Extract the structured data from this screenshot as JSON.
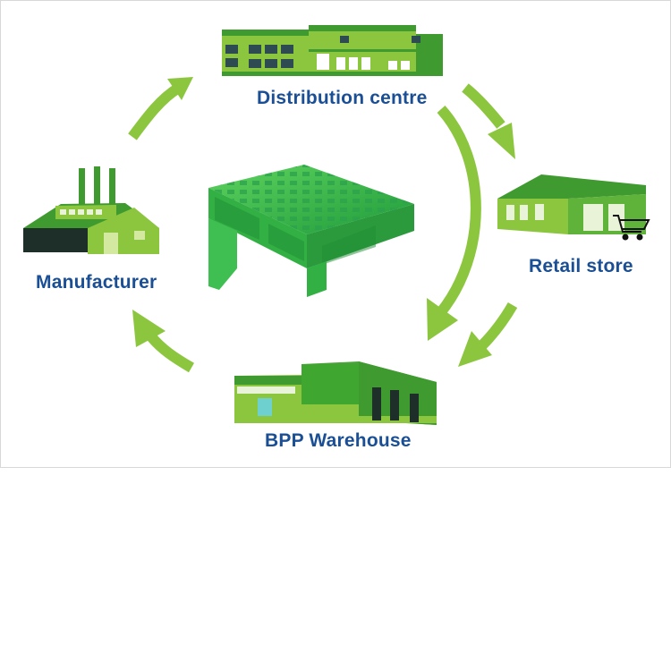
{
  "nodes": {
    "distribution": {
      "label": "Distribution centre",
      "icon": "distribution-centre-building-icon"
    },
    "retail": {
      "label": "Retail store",
      "icon": "retail-store-building-icon"
    },
    "warehouse": {
      "label": "BPP Warehouse",
      "icon": "warehouse-building-icon"
    },
    "manufacturer": {
      "label": "Manufacturer",
      "icon": "factory-icon"
    }
  },
  "center": {
    "icon": "plastic-pallet-icon"
  },
  "colors": {
    "arrow": "#8cc63f",
    "label": "#1a4f95",
    "building_light": "#8cc63f",
    "building_dark": "#3f9b2f"
  }
}
